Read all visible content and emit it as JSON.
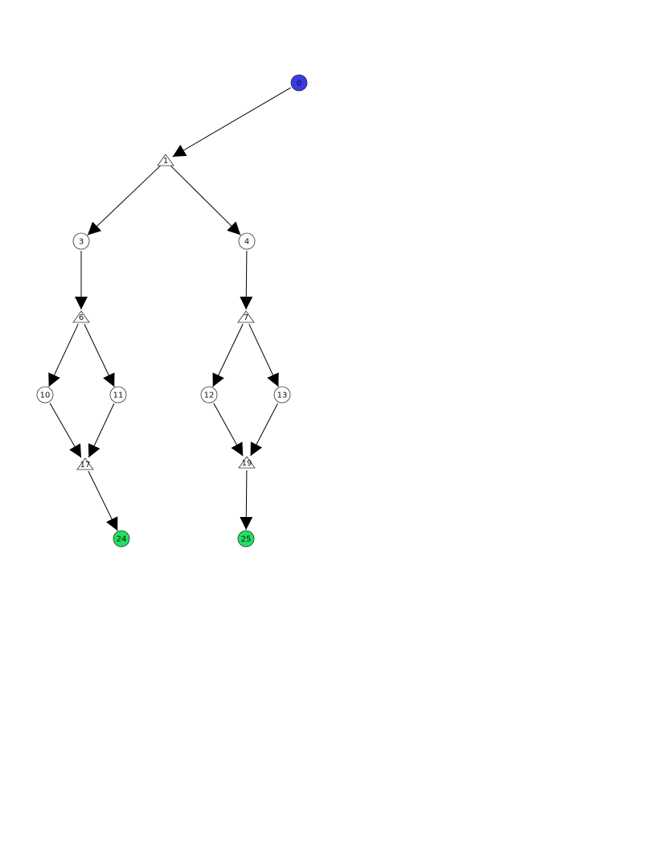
{
  "graph": {
    "colors": {
      "start": "#3a3ae8",
      "end": "#22e060",
      "default": "#ffffff",
      "edge": "#000000"
    },
    "nodes": [
      {
        "id": "0",
        "label": "0",
        "shape": "circle",
        "role": "start"
      },
      {
        "id": "1",
        "label": "1",
        "shape": "triangle",
        "role": "default"
      },
      {
        "id": "3",
        "label": "3",
        "shape": "circle",
        "role": "default"
      },
      {
        "id": "4",
        "label": "4",
        "shape": "circle",
        "role": "default"
      },
      {
        "id": "6",
        "label": "6",
        "shape": "triangle",
        "role": "default"
      },
      {
        "id": "7",
        "label": "7",
        "shape": "triangle",
        "role": "default"
      },
      {
        "id": "10",
        "label": "10",
        "shape": "circle",
        "role": "default"
      },
      {
        "id": "11",
        "label": "11",
        "shape": "circle",
        "role": "default"
      },
      {
        "id": "12",
        "label": "12",
        "shape": "circle",
        "role": "default"
      },
      {
        "id": "13",
        "label": "13",
        "shape": "circle",
        "role": "default"
      },
      {
        "id": "17",
        "label": "17",
        "shape": "triangle",
        "role": "default"
      },
      {
        "id": "19",
        "label": "19",
        "shape": "triangle",
        "role": "default"
      },
      {
        "id": "24",
        "label": "24",
        "shape": "circle",
        "role": "end"
      },
      {
        "id": "25",
        "label": "25",
        "shape": "circle",
        "role": "end"
      }
    ],
    "edges": [
      {
        "from": "0",
        "to": "1"
      },
      {
        "from": "1",
        "to": "3"
      },
      {
        "from": "1",
        "to": "4"
      },
      {
        "from": "3",
        "to": "6"
      },
      {
        "from": "4",
        "to": "7"
      },
      {
        "from": "6",
        "to": "10"
      },
      {
        "from": "6",
        "to": "11"
      },
      {
        "from": "7",
        "to": "12"
      },
      {
        "from": "7",
        "to": "13"
      },
      {
        "from": "10",
        "to": "17"
      },
      {
        "from": "11",
        "to": "17"
      },
      {
        "from": "12",
        "to": "19"
      },
      {
        "from": "13",
        "to": "19"
      },
      {
        "from": "17",
        "to": "24"
      },
      {
        "from": "19",
        "to": "25"
      }
    ]
  }
}
